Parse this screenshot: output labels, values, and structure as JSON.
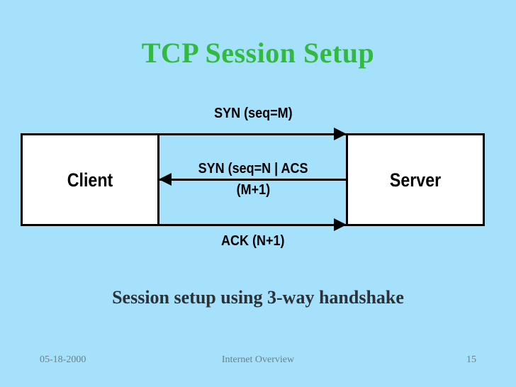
{
  "slide": {
    "title": "TCP Session Setup",
    "caption": "Session setup using 3-way handshake",
    "background_color": "#a6e1fc",
    "title_color": "#32b93f",
    "caption_color": "#2b3136"
  },
  "diagram": {
    "type": "sequence-diagram",
    "nodes": [
      {
        "id": "client",
        "label": "Client"
      },
      {
        "id": "server",
        "label": "Server"
      }
    ],
    "messages": [
      {
        "order": 1,
        "label": "SYN (seq=M)",
        "from": "client",
        "to": "server",
        "direction": "right"
      },
      {
        "order": 2,
        "label_line1": "SYN (seq=N | ACS",
        "label_line2": "(M+1)",
        "from": "server",
        "to": "client",
        "direction": "left"
      },
      {
        "order": 3,
        "label": "ACK (N+1)",
        "from": "client",
        "to": "server",
        "direction": "right"
      }
    ],
    "line_color": "#000000",
    "box_fill": "#ffffff"
  },
  "footer": {
    "date": "05-18-2000",
    "center": "Internet Overview",
    "page": "15",
    "color": "#69808c"
  }
}
